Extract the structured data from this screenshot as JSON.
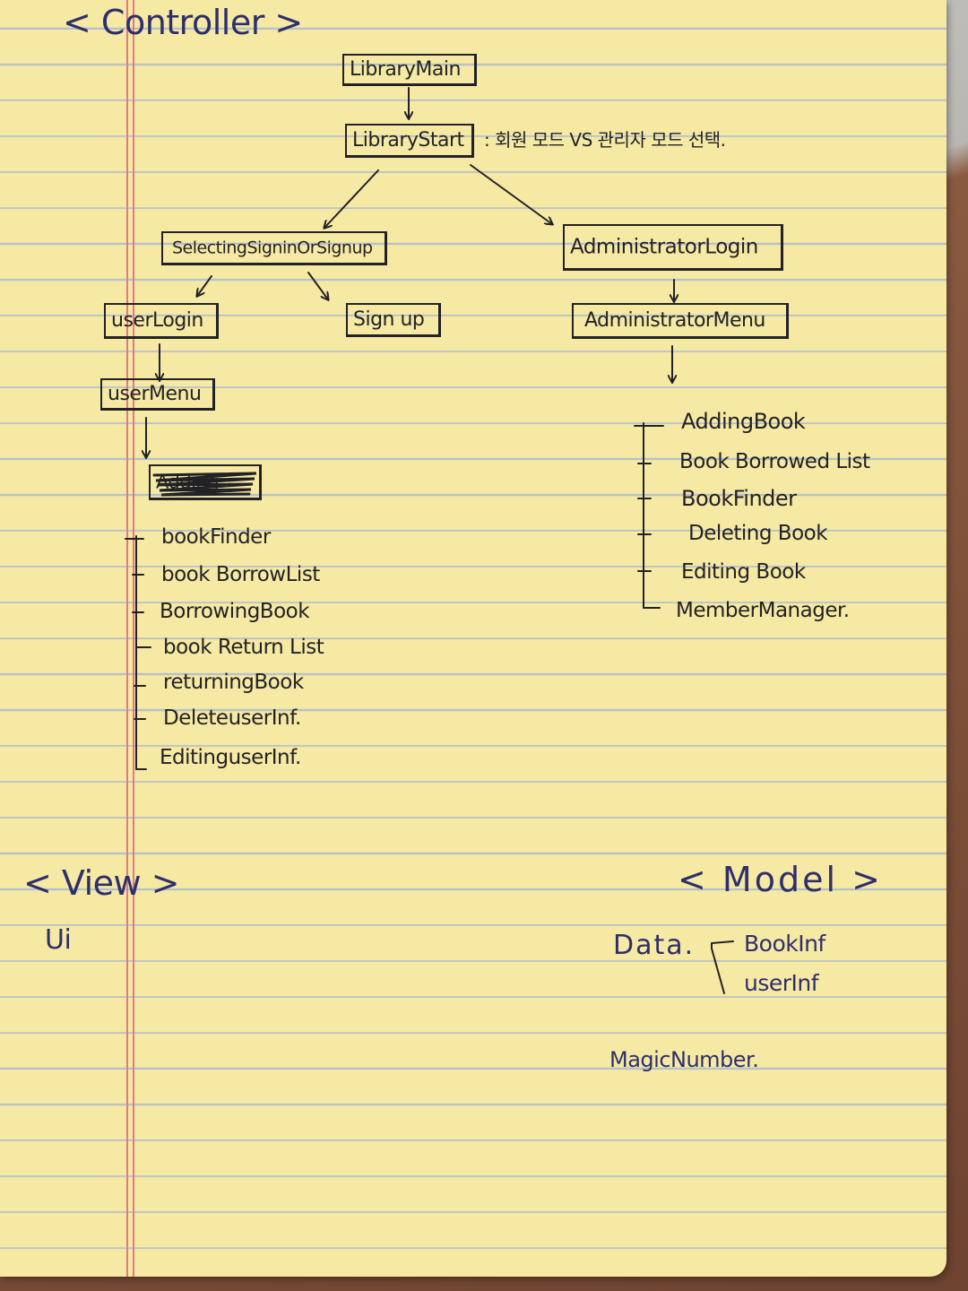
{
  "headings": {
    "controller": "< Controller >",
    "view": "< View >",
    "model": "< Model >"
  },
  "boxes": {
    "library_main": "LibraryMain",
    "library_start": "LibraryStart",
    "selecting": "SelectingSigninOrSignup",
    "admin_login": "AdministratorLogin",
    "user_login": "userLogin",
    "sign_up": "Sign up",
    "admin_menu": "AdministratorMenu",
    "user_menu": "userMenu",
    "adding_crossed": "Adding"
  },
  "library_start_note": ": 회원 모드  VS  관리자 모드 선택.",
  "user_menu_items": [
    "bookFinder",
    "book BorrowList",
    "BorrowingBook",
    "book Return List",
    "returningBook",
    "DeleteuserInf.",
    "EditinguserInf."
  ],
  "admin_menu_items": [
    "AddingBook",
    "Book Borrowed List",
    "BookFinder",
    "Deleting Book",
    "Editing Book",
    "MemberManager."
  ],
  "view": {
    "ui": "Ui"
  },
  "model": {
    "data_label": "Data.",
    "data_items": [
      "BookInf",
      "userInf"
    ],
    "magic_number": "MagicNumber."
  },
  "colors": {
    "paper": "#f6e9a4",
    "rule_line": "#b7c2c6",
    "margin_line": "#e07a86",
    "ink_black": "#222226",
    "ink_blue": "#2d2f6c"
  }
}
